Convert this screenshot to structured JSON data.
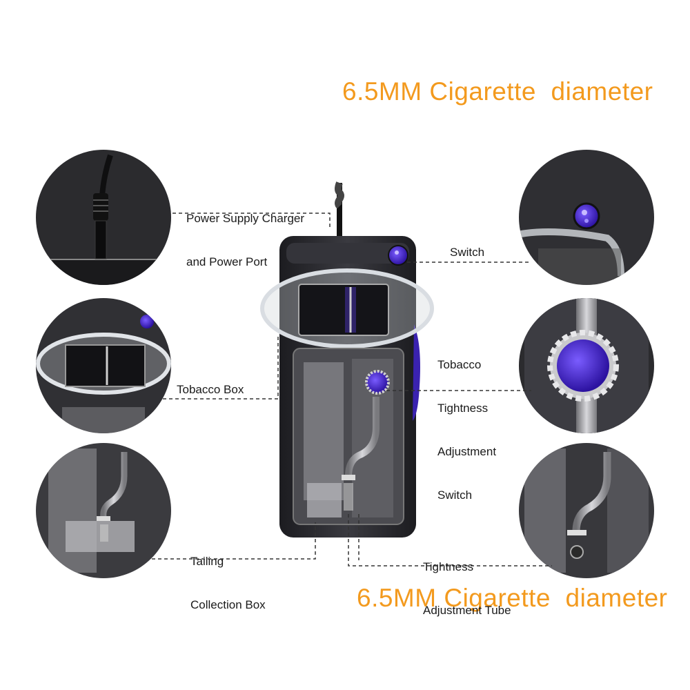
{
  "headlines": {
    "top": "6.5MM Cigarette  diameter",
    "bottom": "6.5MM Cigarette  diameter"
  },
  "labels": {
    "power_port": [
      "Power Supply Charger",
      "and Power Port"
    ],
    "switch": "Switch",
    "tobacco_box": "Tobacco Box",
    "tightness_switch": [
      "Tobacco",
      "Tightness",
      "Adjustment",
      "Switch"
    ],
    "tailing_box": [
      "Tailing",
      "Collection Box"
    ],
    "tightness_tube": [
      "Tightness",
      "Adjustment Tube"
    ]
  },
  "colors": {
    "accent_orange": "#f39a1e",
    "device_body": "#2a2a2e",
    "button_purple": "#4a2ad0",
    "leader_line": "#333333"
  },
  "icons": [
    "device-photo",
    "power-port-detail",
    "switch-detail",
    "tobacco-box-detail",
    "tightness-switch-detail",
    "tailing-box-detail",
    "tightness-tube-detail"
  ]
}
